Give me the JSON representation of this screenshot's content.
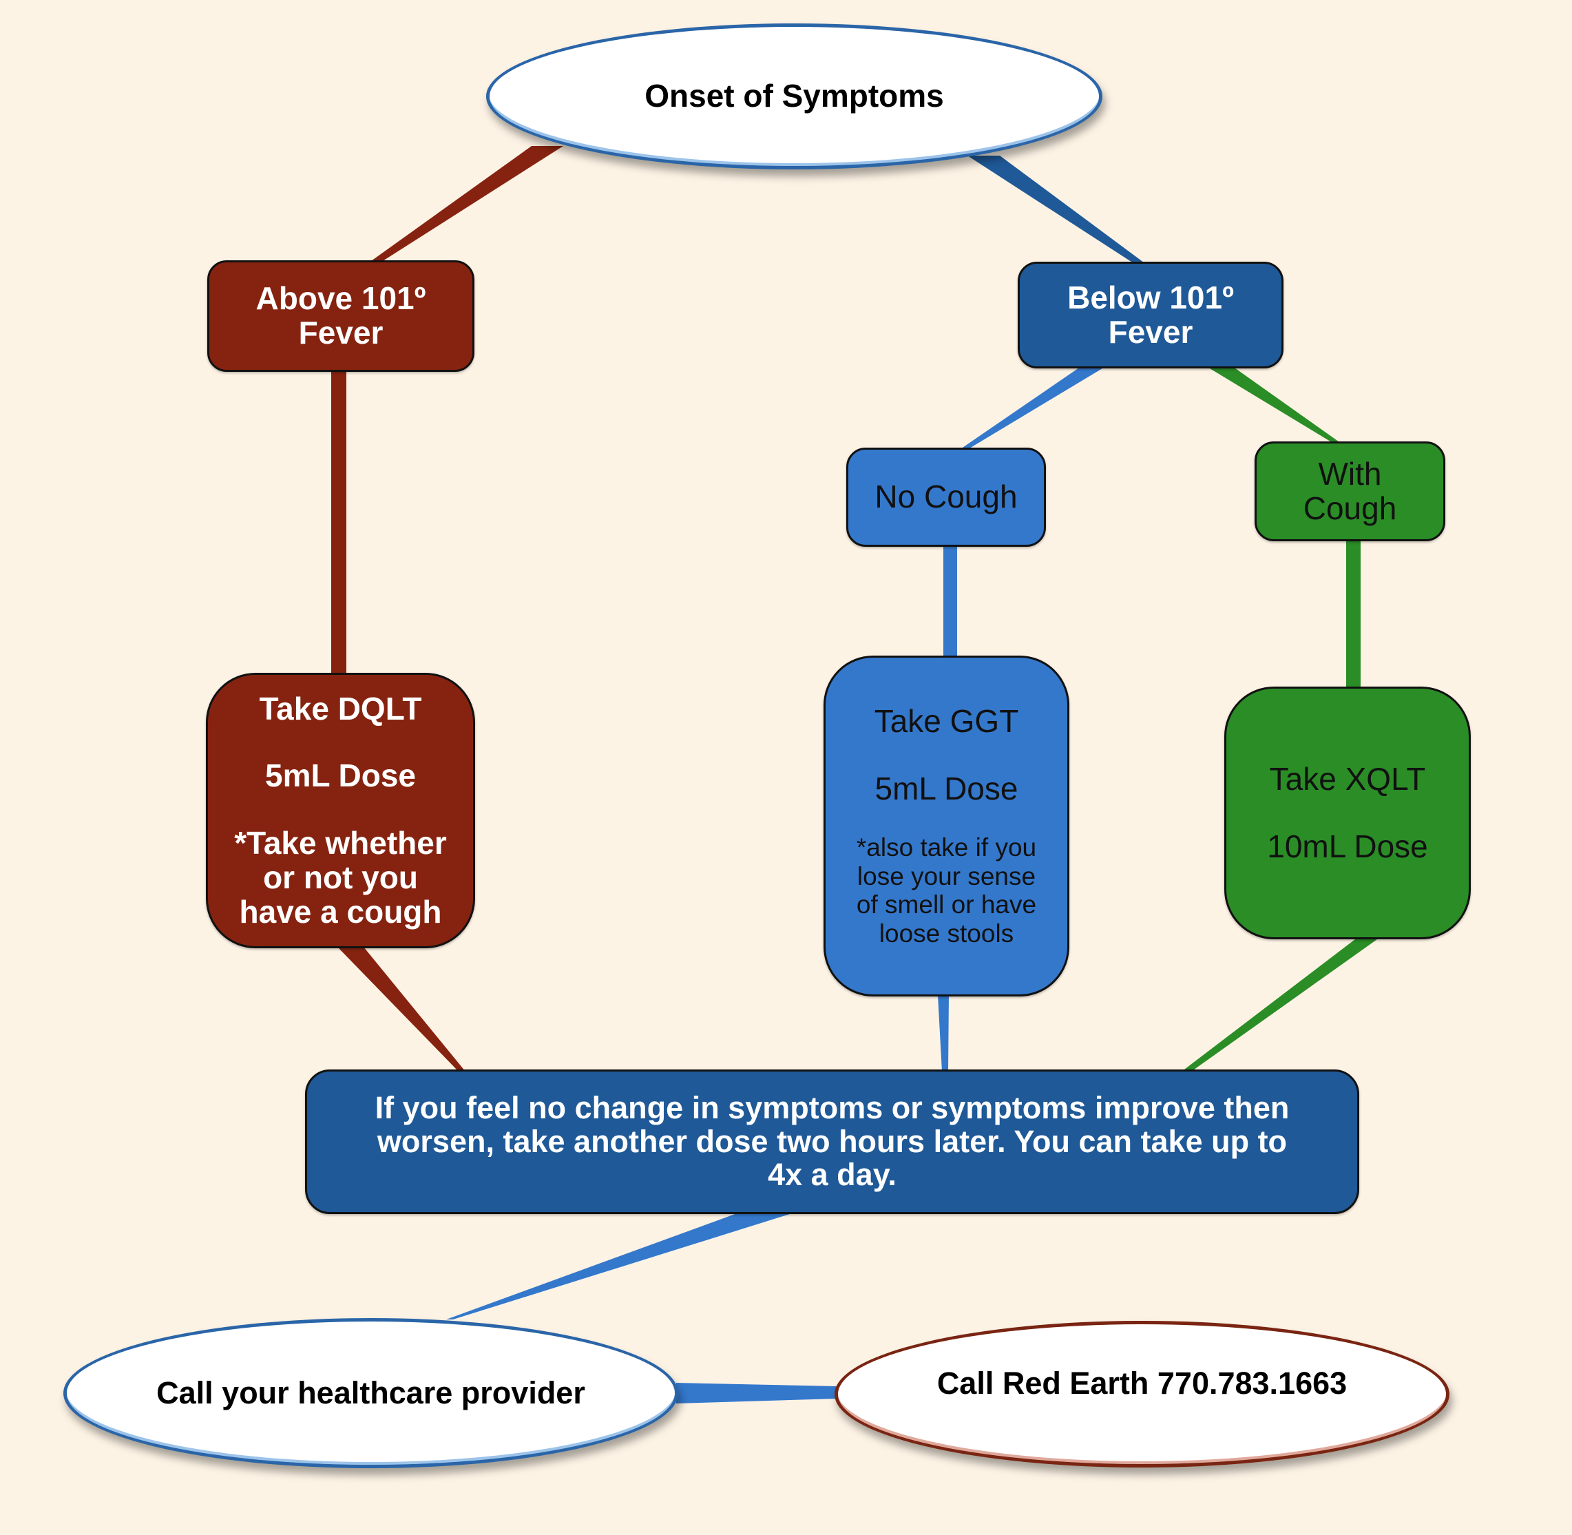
{
  "colors": {
    "background": "#fdf3e5",
    "red": "#862310",
    "navy": "#1f5997",
    "blue": "#3478cc",
    "green": "#2a8d26"
  },
  "nodes": {
    "onset": "Onset of Symptoms",
    "above_fever": {
      "line1": "Above 101º",
      "line2": "Fever"
    },
    "below_fever": {
      "line1": "Below 101º",
      "line2": "Fever"
    },
    "no_cough": "No Cough",
    "with_cough": {
      "line1": "With",
      "line2": "Cough"
    },
    "dqlt": {
      "title": "Take DQLT",
      "dose": "5mL Dose",
      "note": [
        "*Take whether",
        "or not you",
        "have a cough"
      ]
    },
    "ggt": {
      "title": "Take GGT",
      "dose": "5mL Dose",
      "note": [
        "*also take if you",
        "lose your sense",
        "of smell or have",
        "loose stools"
      ]
    },
    "xqlt": {
      "title": "Take XQLT",
      "dose": "10mL Dose"
    },
    "instruction": [
      "If you feel no change in symptoms or symptoms improve then",
      "worsen, take another dose two hours later. You can take up to",
      "4x a day."
    ],
    "call_provider": "Call your healthcare provider",
    "call_red_earth": "Call Red Earth 770.783.1663"
  }
}
